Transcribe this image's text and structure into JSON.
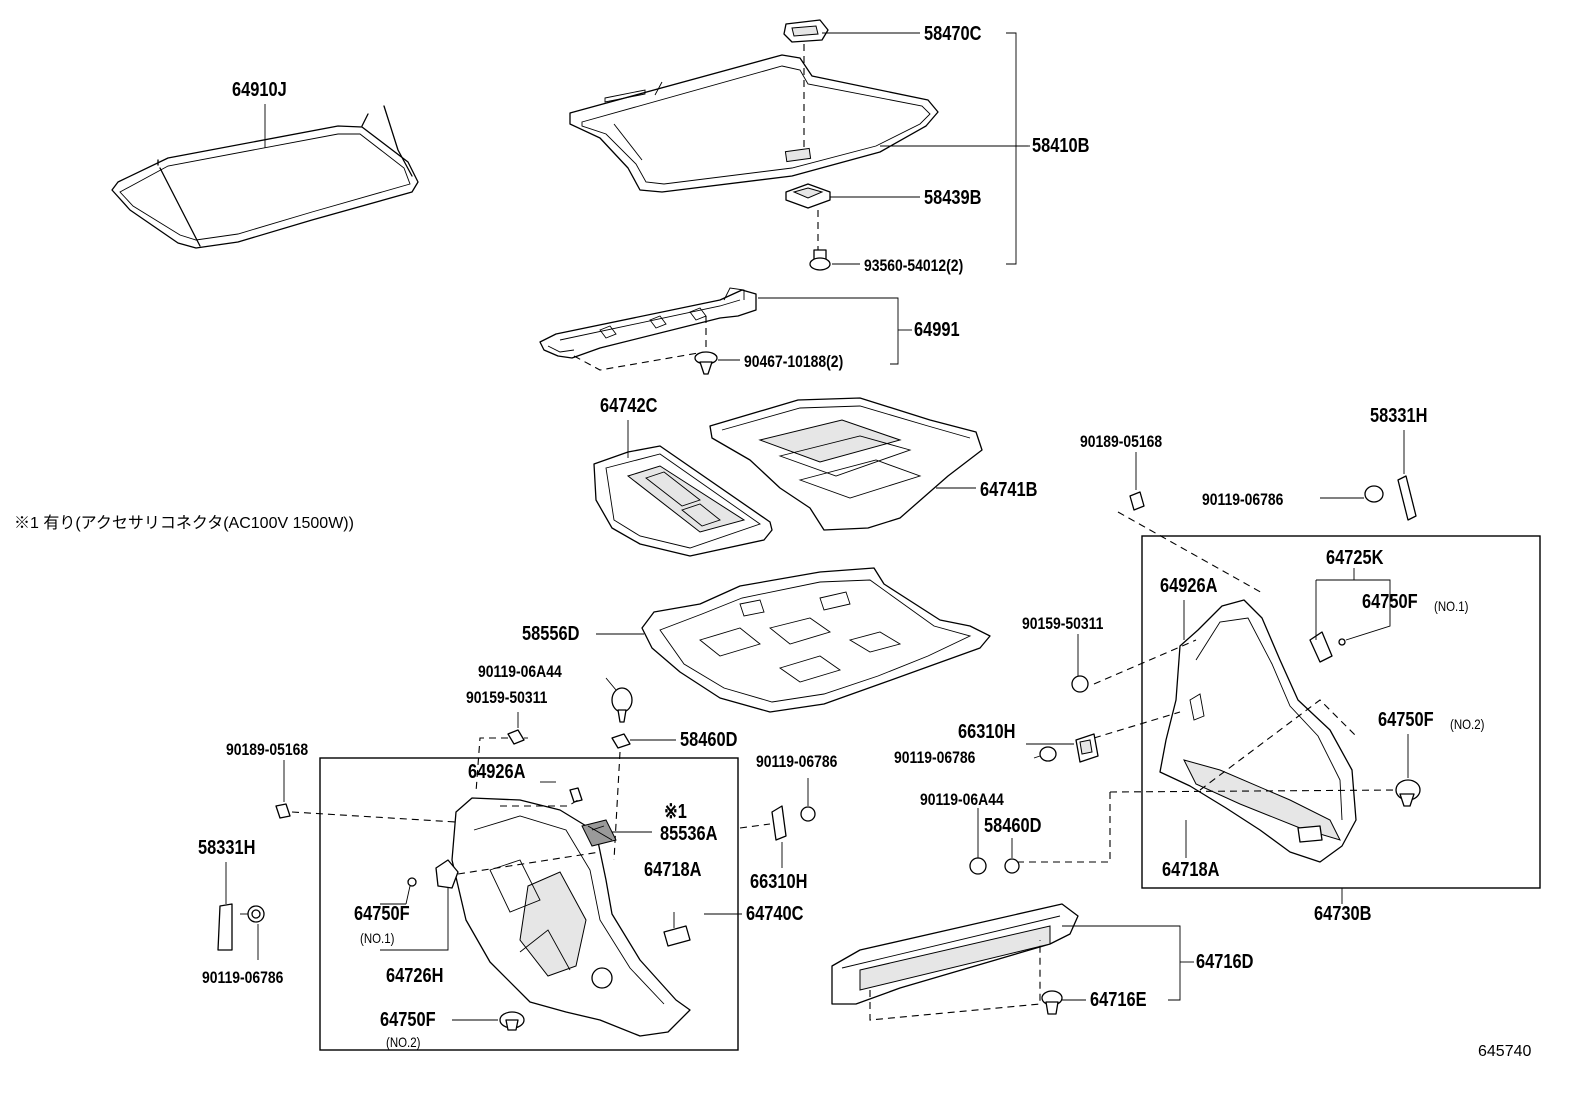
{
  "diagram_id": "645740",
  "note": "※1 有り(アクセサリコネクタ(AC100V  1500W))",
  "labels": {
    "p64910J": "64910J",
    "p58470C": "58470C",
    "p58410B": "58410B",
    "p58439B": "58439B",
    "p93560": "93560-54012(2)",
    "p64991": "64991",
    "p90467": "90467-10188(2)",
    "p64742C": "64742C",
    "p64741B": "64741B",
    "p58556D": "58556D",
    "p90119_06A44_a": "90119-06A44",
    "p90159_50311_a": "90159-50311",
    "p58460D_a": "58460D",
    "p90189_05168_a": "90189-05168",
    "p58331H_a": "58331H",
    "p90119_06786_a": "90119-06786",
    "p64926A_a": "64926A",
    "p85536A_mark": "※1",
    "p85536A": "85536A",
    "p64718A_a": "64718A",
    "p64750F_a": "64750F",
    "p64750F_a_sub": "(NO.1)",
    "p64726H": "64726H",
    "p64750F_b": "64750F",
    "p64750F_b_sub": "(NO.2)",
    "p90119_06786_b": "90119-06786",
    "p66310H_a": "66310H",
    "p64740C": "64740C",
    "p90189_05168_b": "90189-05168",
    "p58331H_b": "58331H",
    "p90119_06786_c": "90119-06786",
    "p64725K": "64725K",
    "p64926A_b": "64926A",
    "p64750F_c": "64750F",
    "p64750F_c_sub": "(NO.1)",
    "p90159_50311_b": "90159-50311",
    "p66310H_b": "66310H",
    "p90119_06786_d": "90119-06786",
    "p64750F_d": "64750F",
    "p64750F_d_sub": "(NO.2)",
    "p90119_06A44_b": "90119-06A44",
    "p58460D_b": "58460D",
    "p64718A_b": "64718A",
    "p64730B": "64730B",
    "p64716D": "64716D",
    "p64716E": "64716E"
  }
}
